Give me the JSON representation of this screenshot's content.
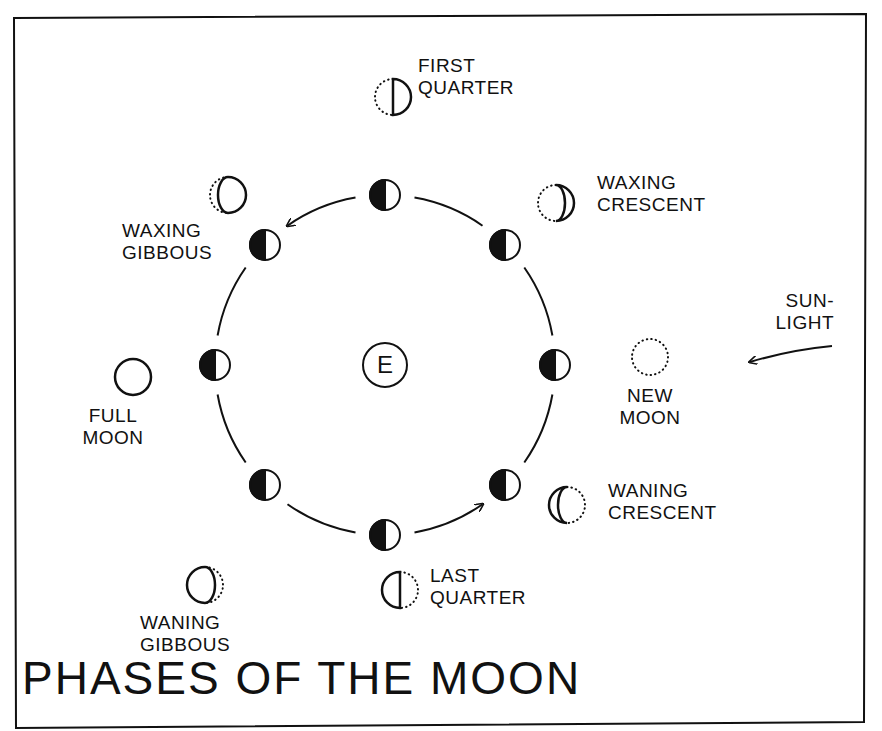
{
  "diagram": {
    "title": "PHASES OF THE MOON",
    "nodes": [
      {
        "text": [
          "E"
        ]
      }
    ],
    "labels": [
      "FIRST QUARTER",
      "WAXING CRESCENT",
      "NEW MOON",
      "WANING CRESCENT",
      "LAST QUARTER",
      "WANING GIBBOUS",
      "FULL MOON",
      "WAXING GIBBOUS",
      "SUN- LIGHT"
    ]
  }
}
